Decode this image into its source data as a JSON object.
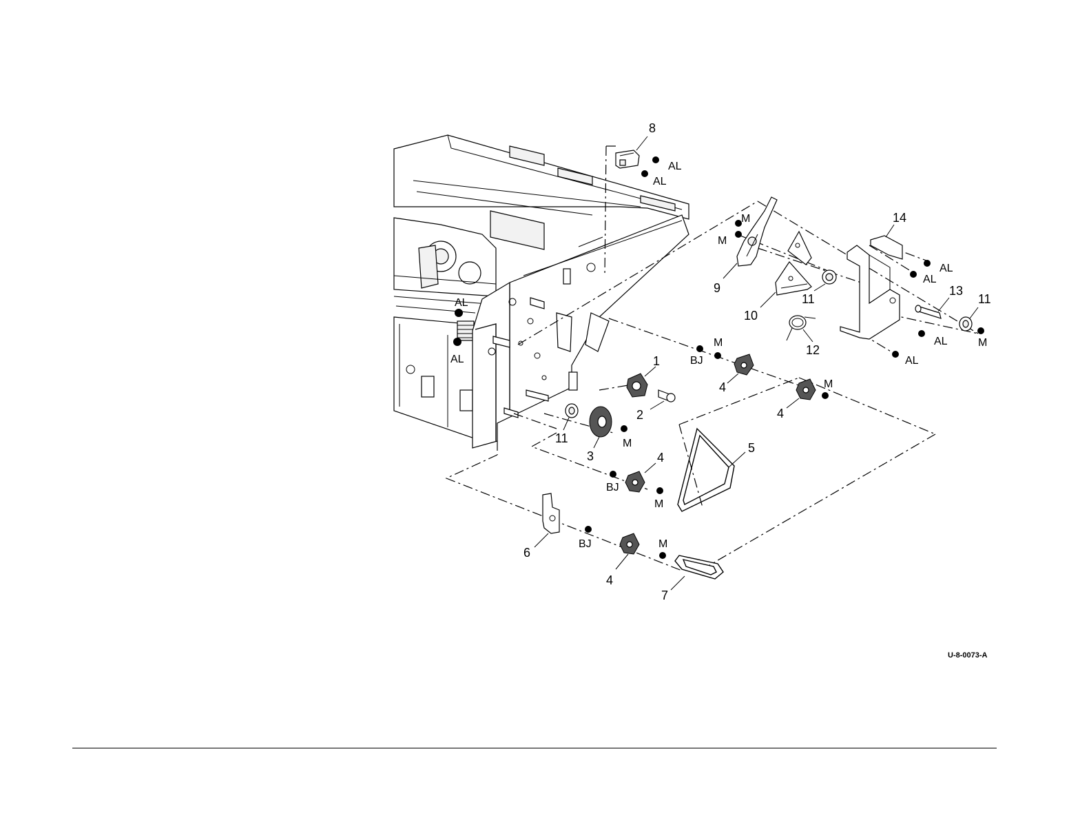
{
  "figure_id": "U-8-0073-A",
  "part_labels": {
    "p1": "1",
    "p2": "2",
    "p3": "3",
    "p4a": "4",
    "p4b": "4",
    "p4c": "4",
    "p4d": "4",
    "p5": "5",
    "p6": "6",
    "p7": "7",
    "p8": "8",
    "p9": "9",
    "p10": "10",
    "p11a": "11",
    "p11b": "11",
    "p11c": "11",
    "p12": "12",
    "p13": "13",
    "p14": "14"
  },
  "fastener_codes": {
    "al_8a": "AL",
    "al_8b": "AL",
    "al_frame_top": "AL",
    "al_frame_bottom": "AL",
    "al_14a": "AL",
    "al_14b": "AL",
    "al_14c": "AL",
    "al_14d": "AL",
    "m_9a": "M",
    "m_9b": "M",
    "m_11c": "M",
    "m_4a": "M",
    "m_4b": "M",
    "m_3": "M",
    "m_4c": "M",
    "m_4d": "M",
    "bj_4a": "BJ",
    "bj_4c": "BJ",
    "bj_6": "BJ"
  }
}
